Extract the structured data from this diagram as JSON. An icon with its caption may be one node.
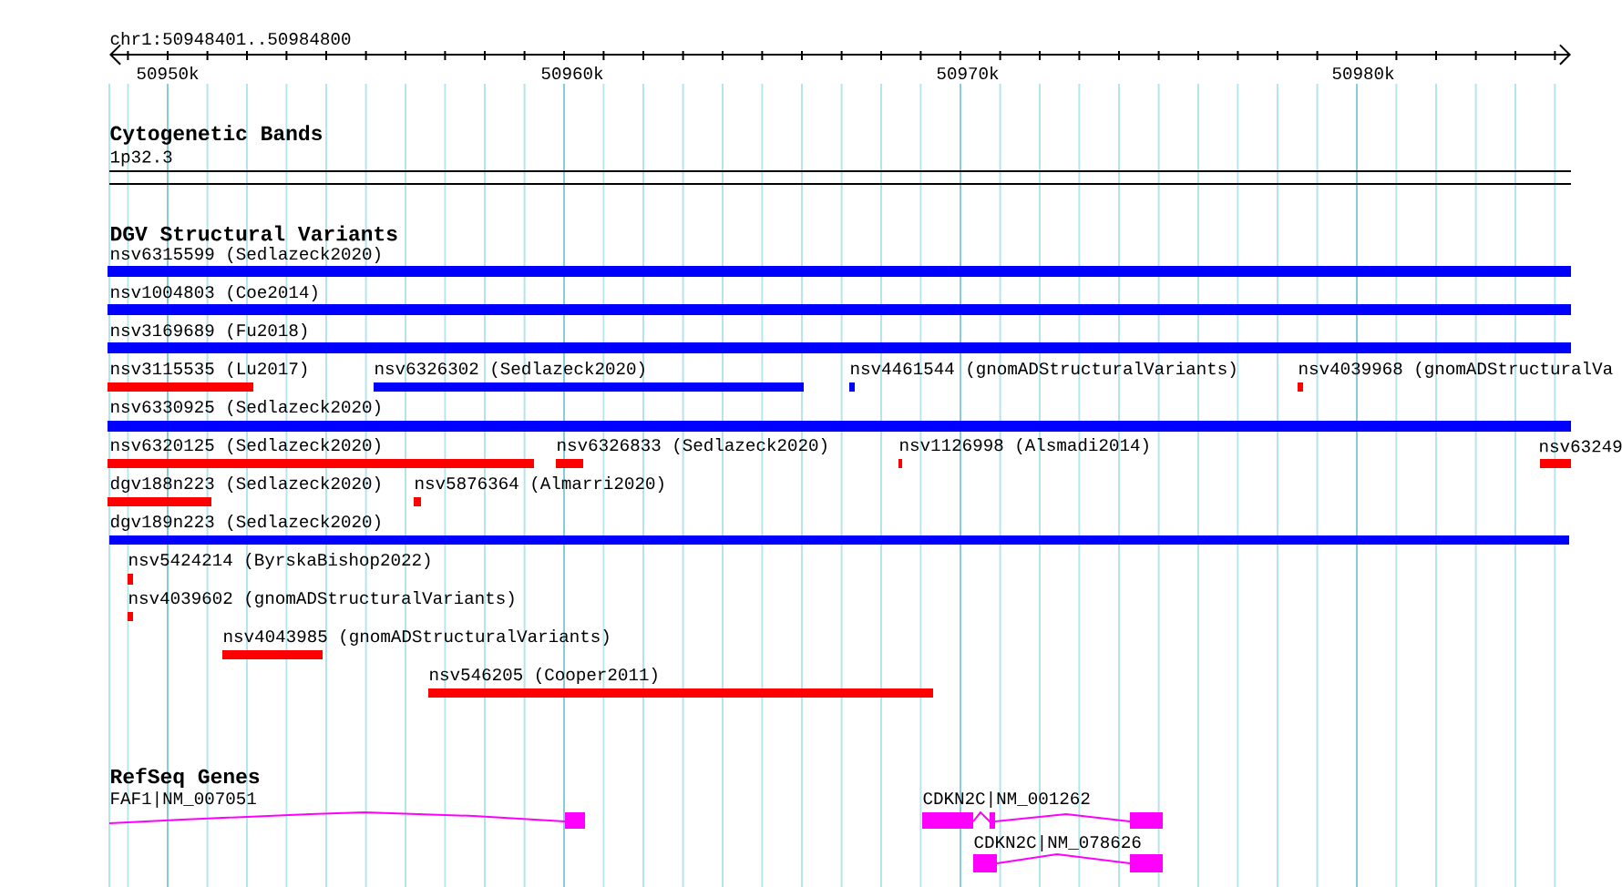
{
  "diagram": {
    "nodes": [
      {
        "text": [
          "nsv6315599 (Sedlazeck2020)"
        ]
      },
      {
        "text": [
          "nsv1004803 (Coe2014)"
        ]
      },
      {
        "text": [
          "nsv3169689 (Fu2018)"
        ]
      },
      {
        "text": [
          "nsv3115535 (Lu2017)"
        ]
      },
      {
        "text": [
          "nsv6326302 (Sedlazeck2020)"
        ]
      },
      {
        "text": [
          "nsv4461544 (gnomADStructuralVariants)"
        ]
      },
      {
        "text": [
          "nsv4039968 (gnomADStructuralVa"
        ]
      },
      {
        "text": [
          "nsv6330925 (Sedlazeck2020)"
        ]
      },
      {
        "text": [
          "nsv6320125 (Sedlazeck2020)"
        ]
      },
      {
        "text": [
          "nsv6326833 (Sedlazeck2020)"
        ]
      },
      {
        "text": [
          "nsv1126998 (Alsmadi2014)"
        ]
      },
      {
        "text": [
          "nsv63249"
        ]
      },
      {
        "text": [
          "dgv188n223 (Sedlazeck2020)"
        ]
      },
      {
        "text": [
          "nsv5876364 (Almarri2020)"
        ]
      },
      {
        "text": [
          "dgv189n223 (Sedlazeck2020)"
        ]
      },
      {
        "text": [
          "nsv5424214 (ByrskaBishop2022)"
        ]
      },
      {
        "text": [
          "nsv4039602 (gnomADStructuralVariants)"
        ]
      },
      {
        "text": [
          "nsv4043985 (gnomADStructuralVariants)"
        ]
      },
      {
        "text": [
          "nsv546205 (Cooper2011)"
        ]
      },
      {
        "text": [
          "FAF1|NM_007051"
        ]
      },
      {
        "text": [
          "CDKN2C|NM_001262"
        ]
      },
      {
        "text": [
          "CDKN2C|NM_078626"
        ]
      }
    ],
    "labels": [
      "chr1:50948401..50984800",
      "50950k",
      "50960k",
      "50970k",
      "50980k",
      "Cytogenetic Bands",
      "1p32.3",
      "DGV Structural Variants",
      "RefSeq Genes"
    ]
  }
}
